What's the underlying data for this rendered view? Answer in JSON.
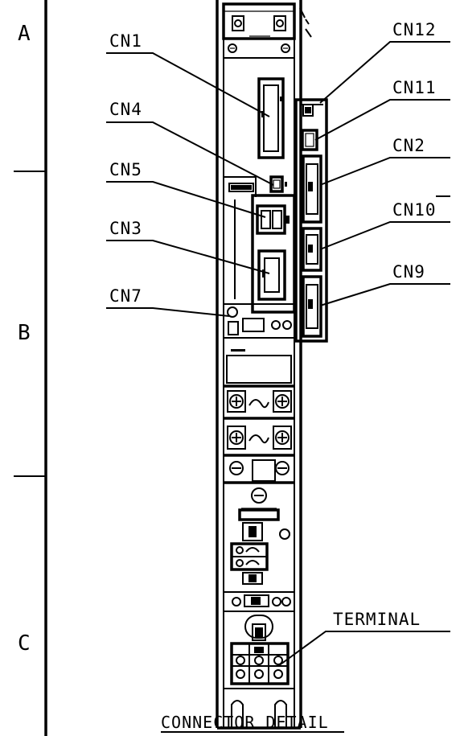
{
  "zones": {
    "a": "A",
    "b": "B",
    "c": "C"
  },
  "callouts": {
    "cn1": "CN1",
    "cn4": "CN4",
    "cn5": "CN5",
    "cn3": "CN3",
    "cn7": "CN7",
    "cn12": "CN12",
    "cn11": "CN11",
    "cn2": "CN2",
    "cn10": "CN10",
    "cn9": "CN9",
    "terminal": "TERMINAL"
  },
  "title": "CONNECTOR DETAIL"
}
